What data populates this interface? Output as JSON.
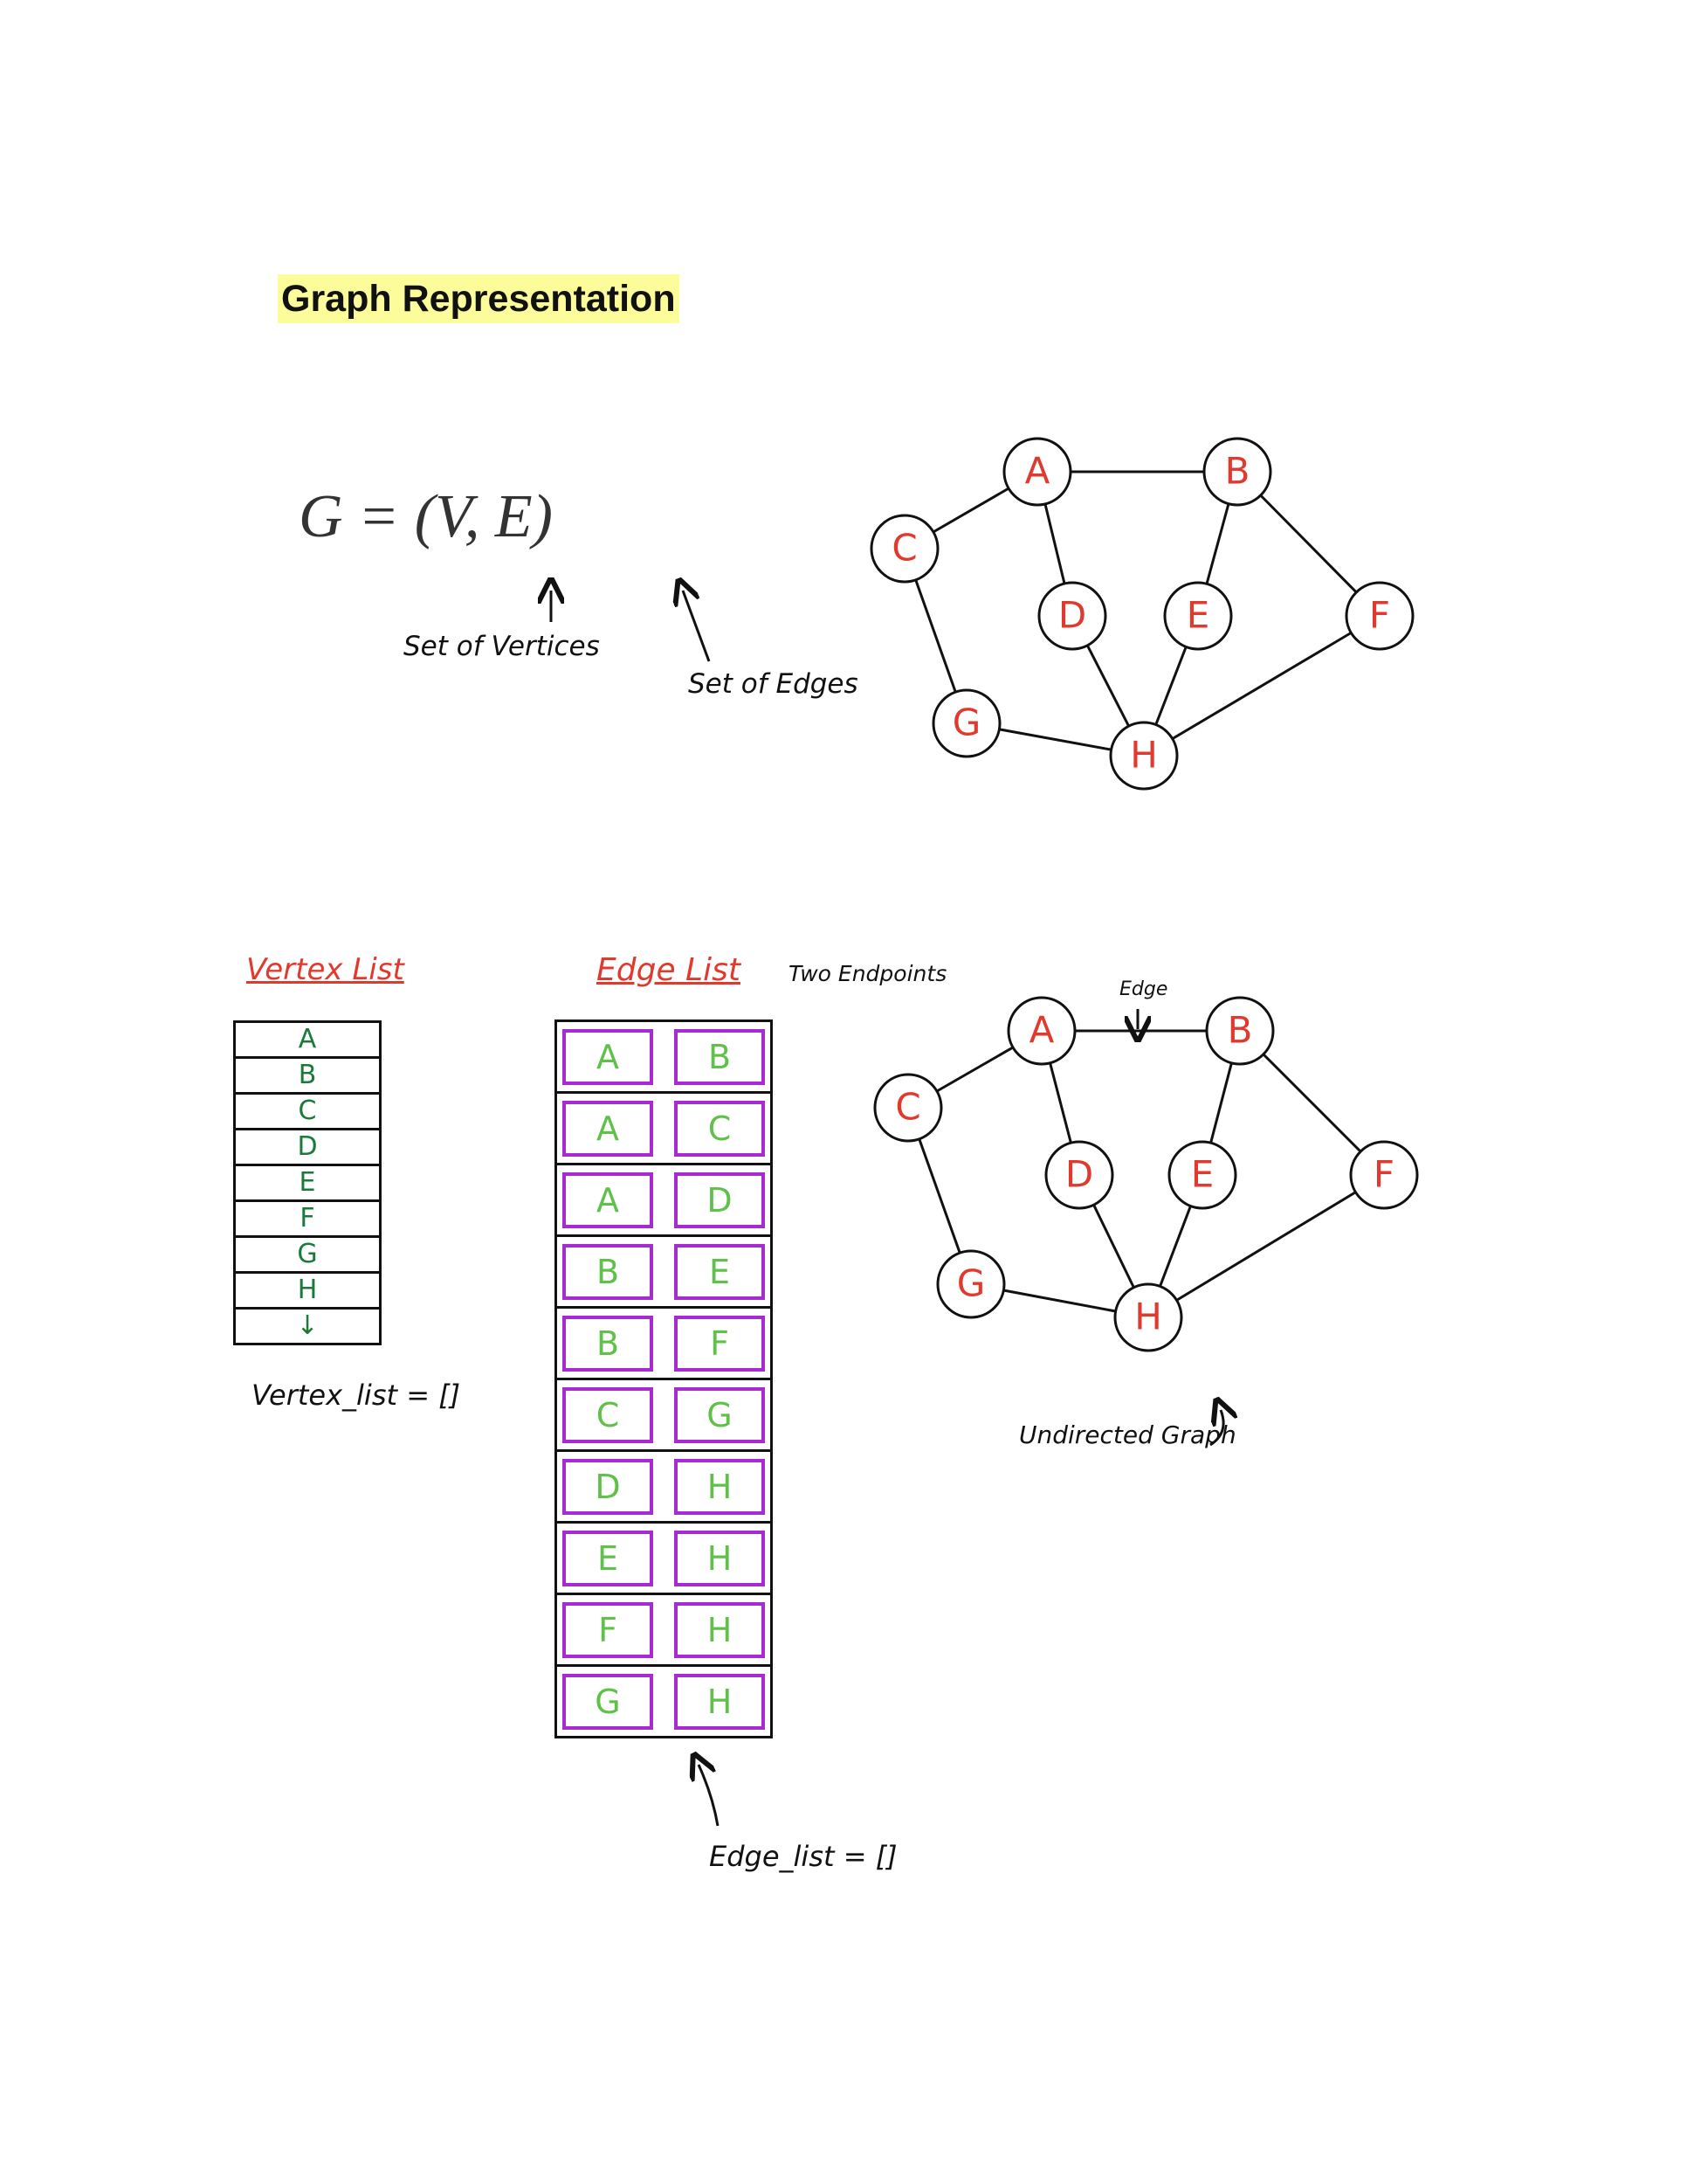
{
  "page": {
    "title": "Graph Representation",
    "formula": "G = (V, E)",
    "label_vertices": "Set of Vertices",
    "label_edges": "Set of Edges",
    "vertex_list_heading": "Vertex List",
    "edge_list_heading": "Edge List",
    "two_endpoints_note": "Two Endpoints",
    "edge_annotation": "Edge",
    "undirected_graph_label": "Undirected Graph",
    "vertex_list_code": "Vertex_list = []",
    "edge_list_code": "Edge_list = []"
  },
  "graph": {
    "nodes": [
      "A",
      "B",
      "C",
      "D",
      "E",
      "F",
      "G",
      "H"
    ],
    "edges": [
      [
        "A",
        "B"
      ],
      [
        "A",
        "C"
      ],
      [
        "A",
        "D"
      ],
      [
        "B",
        "E"
      ],
      [
        "B",
        "F"
      ],
      [
        "C",
        "G"
      ],
      [
        "D",
        "H"
      ],
      [
        "E",
        "H"
      ],
      [
        "F",
        "H"
      ],
      [
        "G",
        "H"
      ]
    ]
  },
  "vertex_list": [
    "A",
    "B",
    "C",
    "D",
    "E",
    "F",
    "G",
    "H",
    "↓"
  ],
  "edge_list": [
    [
      "A",
      "B"
    ],
    [
      "A",
      "C"
    ],
    [
      "A",
      "D"
    ],
    [
      "B",
      "E"
    ],
    [
      "B",
      "F"
    ],
    [
      "C",
      "G"
    ],
    [
      "D",
      "H"
    ],
    [
      "E",
      "H"
    ],
    [
      "F",
      "H"
    ],
    [
      "G",
      "H"
    ]
  ],
  "colors": {
    "node_label": "#e03a2e",
    "vertex_text": "#1a7a3a",
    "edge_cell_border": "#a72bd0",
    "edge_text": "#5fc04a",
    "heading_red": "#e03a2e",
    "title_highlight": "#fdfc9b"
  }
}
